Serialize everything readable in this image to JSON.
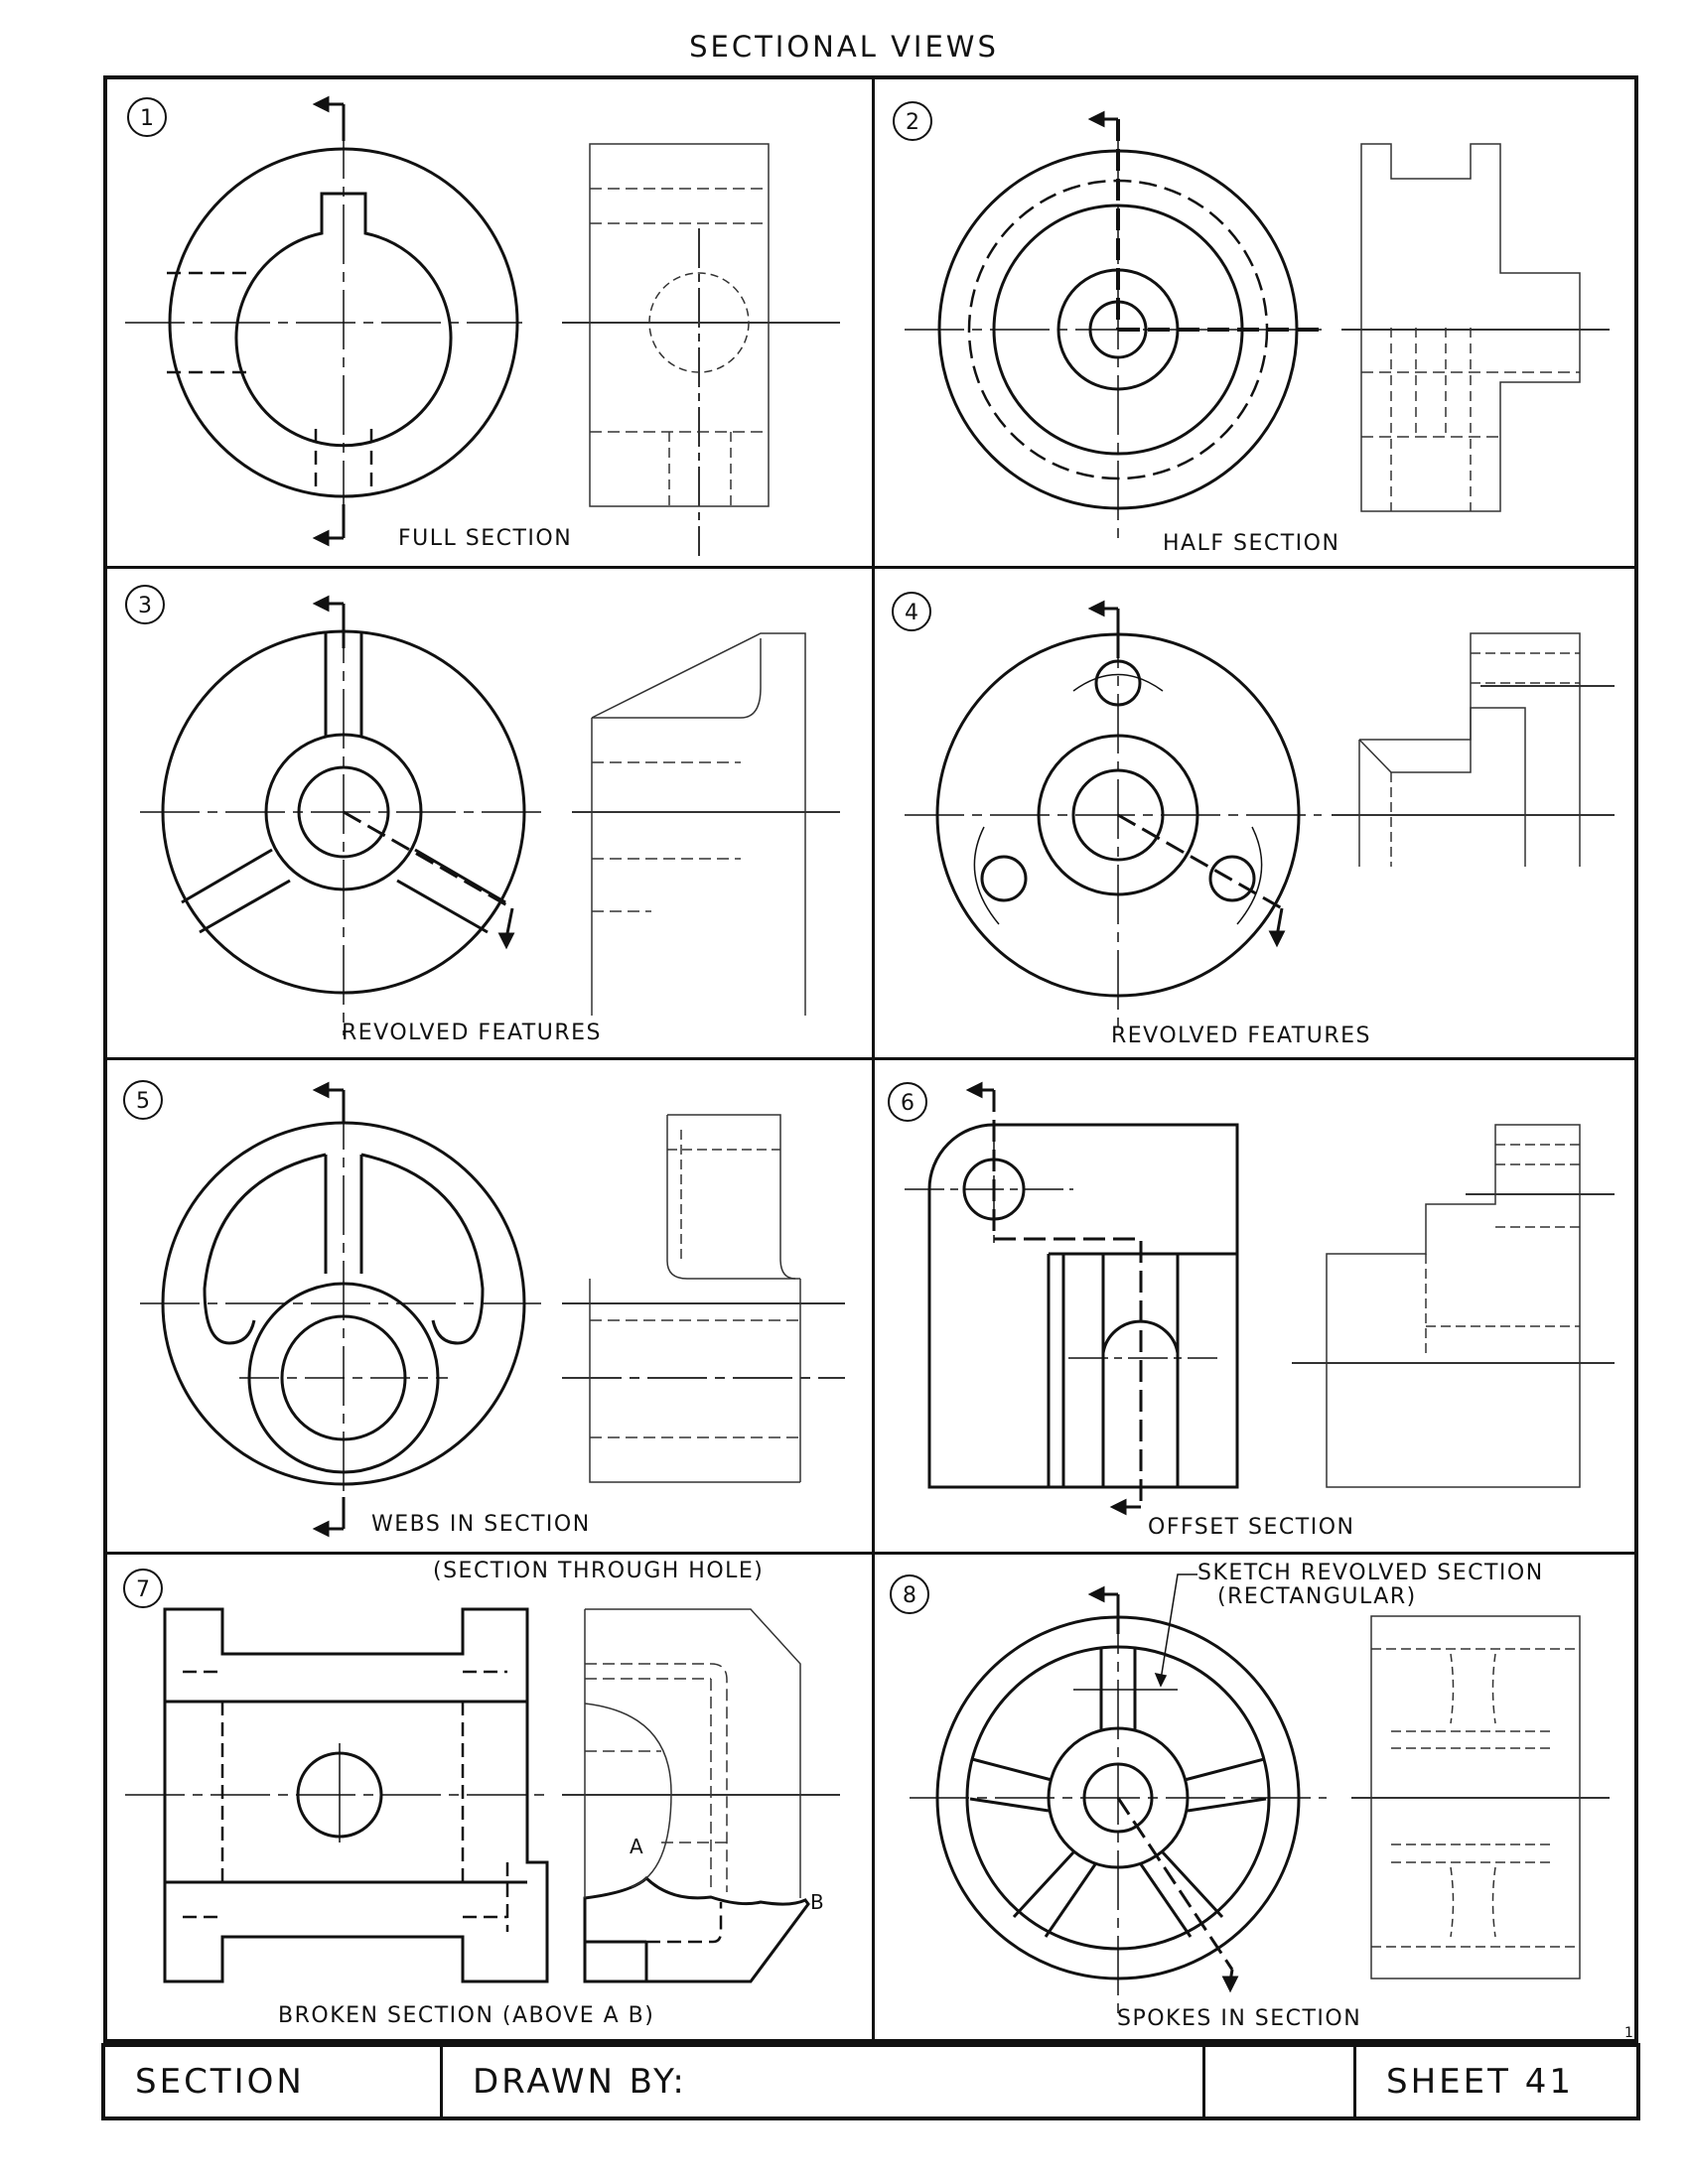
{
  "sheet_title": "SECTIONAL VIEWS",
  "panels": [
    {
      "number": "1",
      "label": "FULL SECTION"
    },
    {
      "number": "2",
      "label": "HALF SECTION"
    },
    {
      "number": "3",
      "label": "REVOLVED FEATURES"
    },
    {
      "number": "4",
      "label": "REVOLVED FEATURES"
    },
    {
      "number": "5",
      "label": "WEBS IN SECTION"
    },
    {
      "number": "6",
      "label": "OFFSET SECTION"
    },
    {
      "number": "7",
      "label": "BROKEN SECTION (ABOVE A B)",
      "note": "(SECTION THROUGH HOLE)",
      "point_a": "A",
      "point_b": "B"
    },
    {
      "number": "8",
      "label": "SPOKES IN SECTION",
      "note_line1": "SKETCH REVOLVED SECTION",
      "note_line2": "(RECTANGULAR)"
    }
  ],
  "title_block": {
    "section": "SECTION",
    "drawn_by": "DRAWN BY:",
    "blank": "",
    "sheet": "SHEET 41"
  },
  "corner_mark": "1"
}
